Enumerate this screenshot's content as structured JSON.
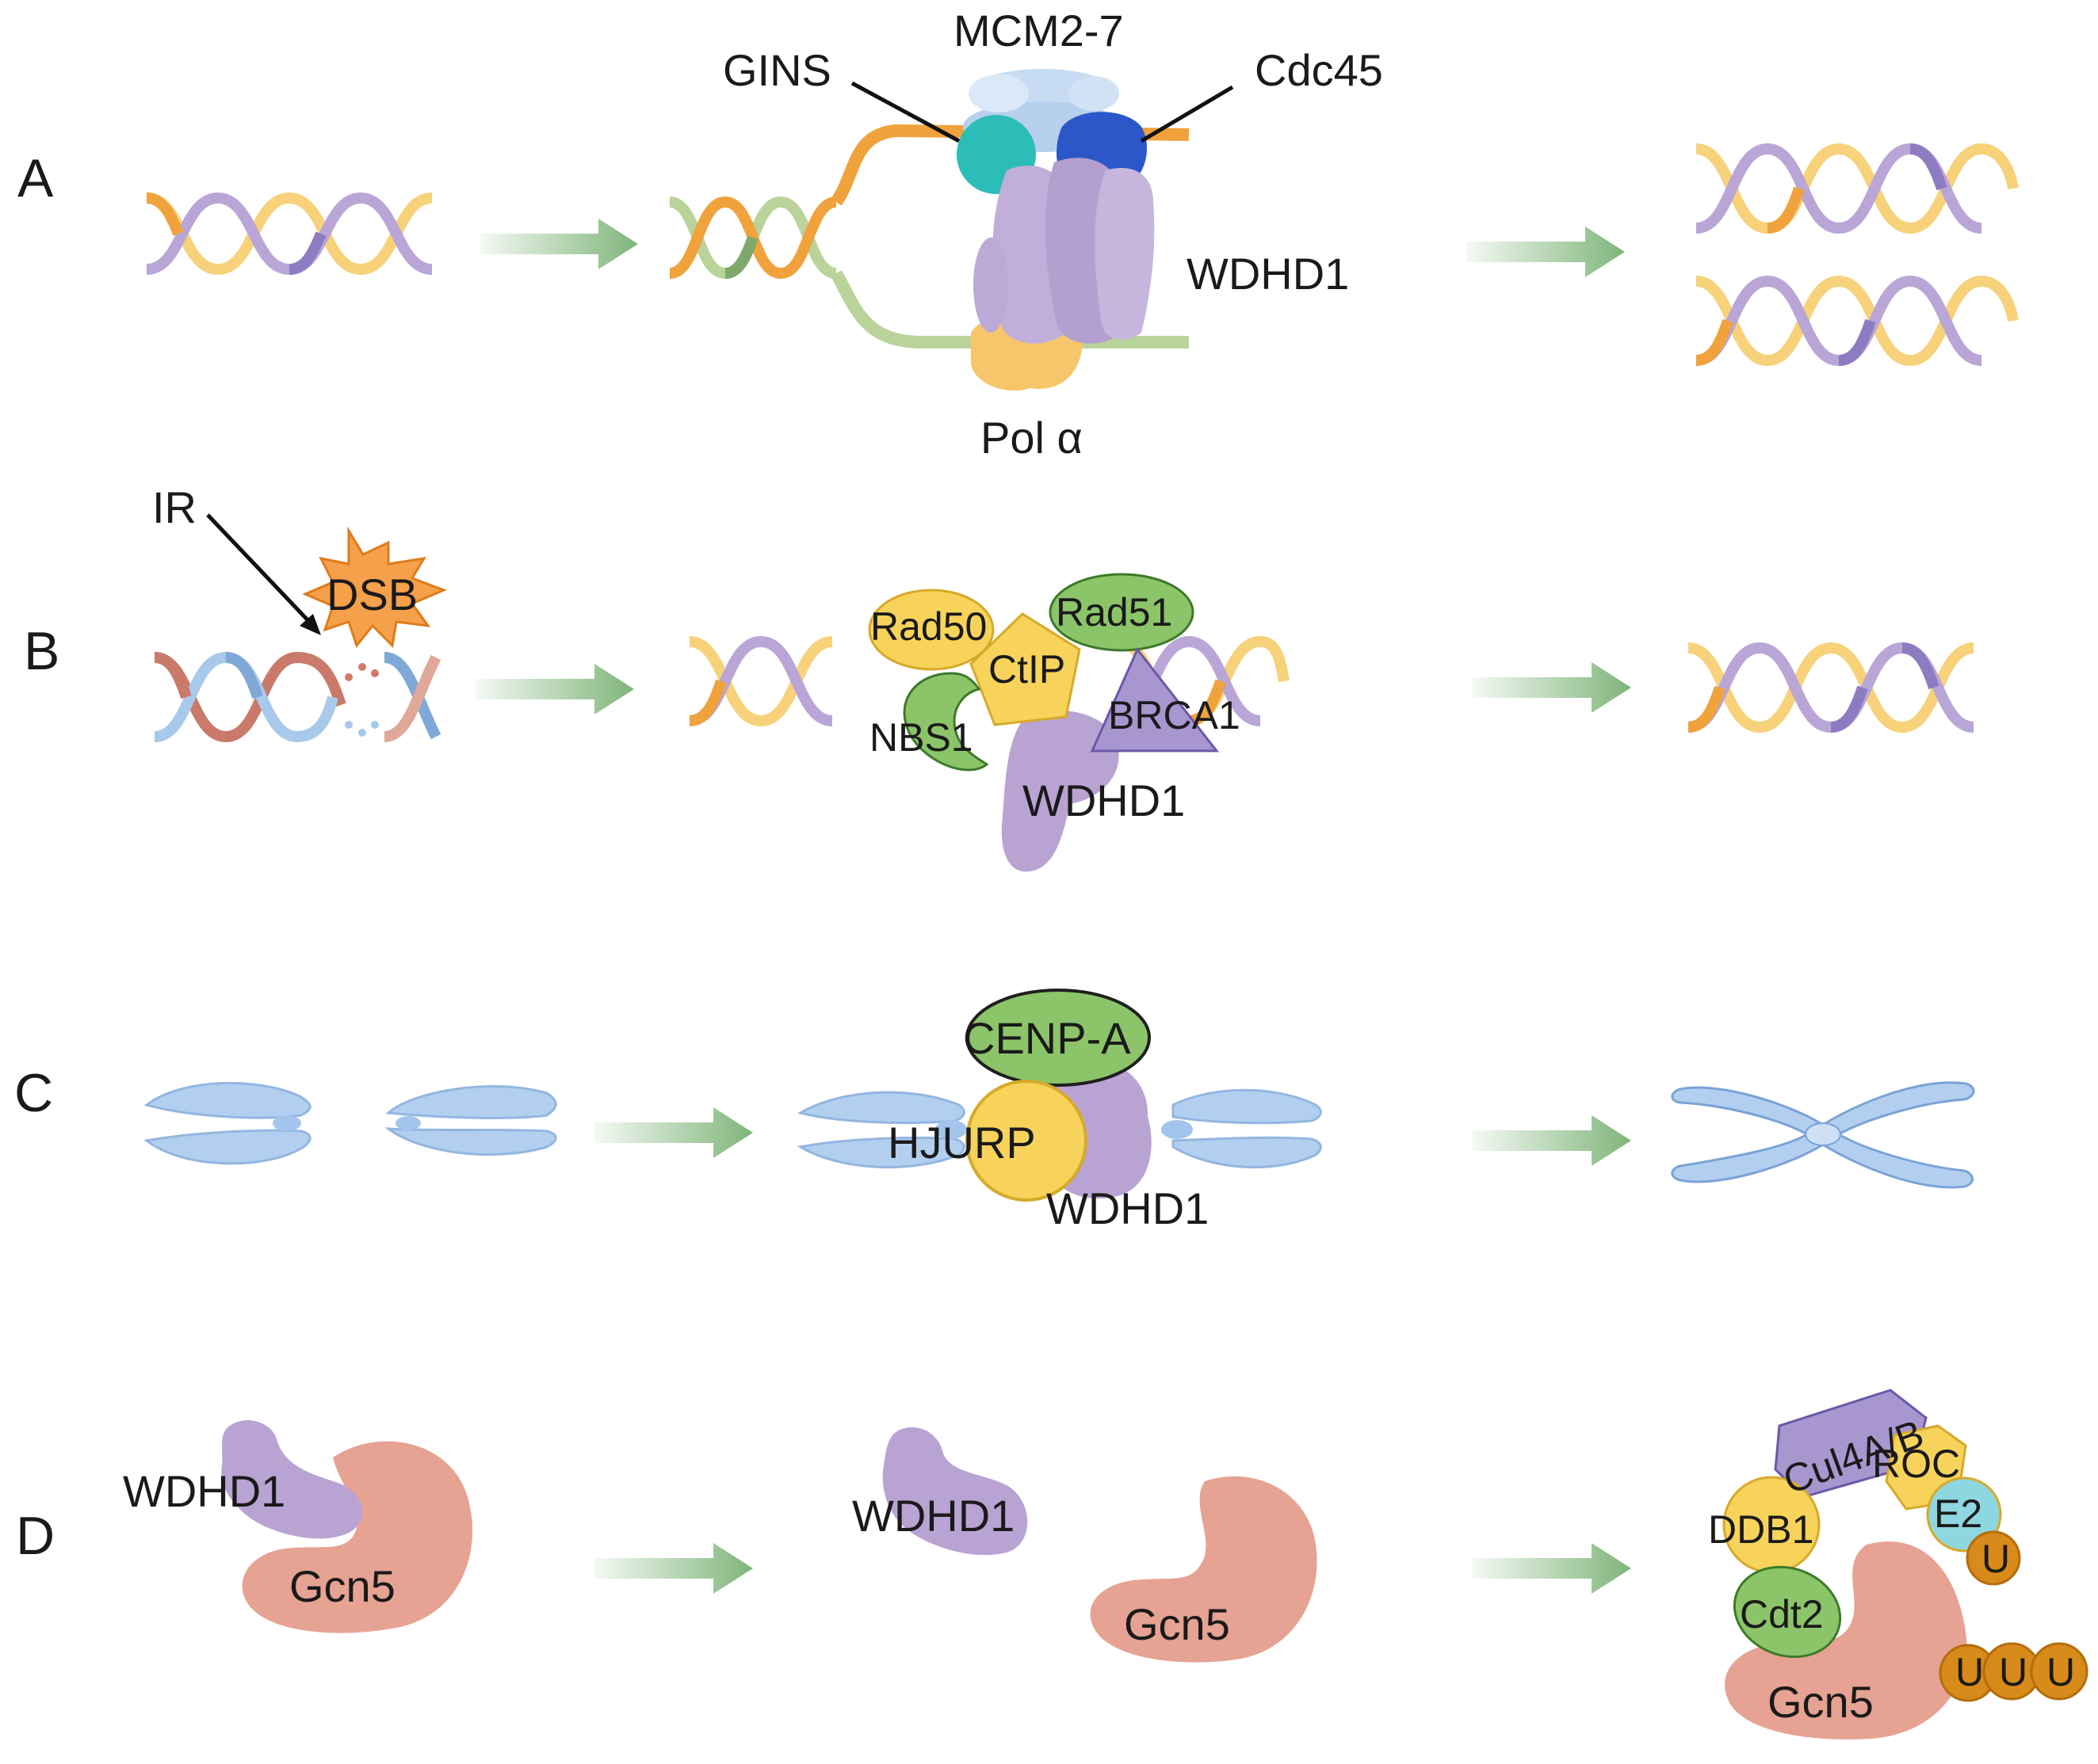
{
  "panels": {
    "a": {
      "letter": "A",
      "labels": {
        "mcm": "MCM2-7",
        "gins": "GINS",
        "cdc45": "Cdc45",
        "wdhd1": "WDHD1",
        "pol": "Pol α"
      }
    },
    "b": {
      "letter": "B",
      "labels": {
        "ir": "IR",
        "dsb": "DSB",
        "rad50": "Rad50",
        "rad51": "Rad51",
        "ctip": "CtIP",
        "nbs1": "NBS1",
        "brca1": "BRCA1",
        "wdhd1": "WDHD1"
      }
    },
    "c": {
      "letter": "C",
      "labels": {
        "cenpa": "CENP-A",
        "hjurp": "HJURP",
        "wdhd1": "WDHD1"
      }
    },
    "d": {
      "letter": "D",
      "labels": {
        "wdhd1_bound": "WDHD1",
        "gcn5_bound": "Gcn5",
        "wdhd1_free": "WDHD1",
        "gcn5_free": "Gcn5",
        "cul4": "Cul4A/B",
        "roc": "ROC",
        "ddb1": "DDB1",
        "e2": "E2",
        "cdt2": "Cdt2",
        "gcn5_ub": "Gcn5",
        "ub1": "U",
        "ub2": "U",
        "ub3": "U",
        "ub4": "U"
      }
    }
  },
  "colors": {
    "dna_orange": "#f0a23c",
    "dna_purple": "#b9a6d6",
    "dna_yellow": "#f7d27a",
    "dna_dark_purple": "#8e7cc3",
    "dna_green": "#b9d39a",
    "dna_red": "#c97a6a",
    "dna_blue": "#7fa8d6",
    "arrow_green": "#7fb57a",
    "wdhd1": "#b9a3d3",
    "mcm": "#bcd5ee",
    "gins": "#2dbdb8",
    "cdc45": "#2b57c8",
    "pol_alpha": "#f7c66a",
    "yellow_protein": "#f7d35b",
    "green_protein": "#8cc46a",
    "dsb_burst": "#f5a04a",
    "chromosome": "#b3cff0",
    "gcn5": "#e6a292",
    "e2": "#8ed6e0",
    "ubiquitin": "#d88a1a"
  }
}
